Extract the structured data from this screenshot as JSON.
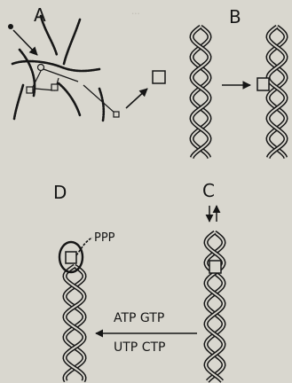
{
  "panels": {
    "a": {
      "label": "A"
    },
    "b": {
      "label": "B"
    },
    "c": {
      "label": "C"
    },
    "d": {
      "label": "D"
    }
  },
  "annotations": {
    "triphosphate": "PPP",
    "nucleotides_top": "ATP GTP",
    "nucleotides_bottom": "UTP CTP"
  },
  "colors": {
    "paper": "#d9d7cf",
    "ink": "#161616",
    "bleed_through": "#b9b6ad"
  }
}
